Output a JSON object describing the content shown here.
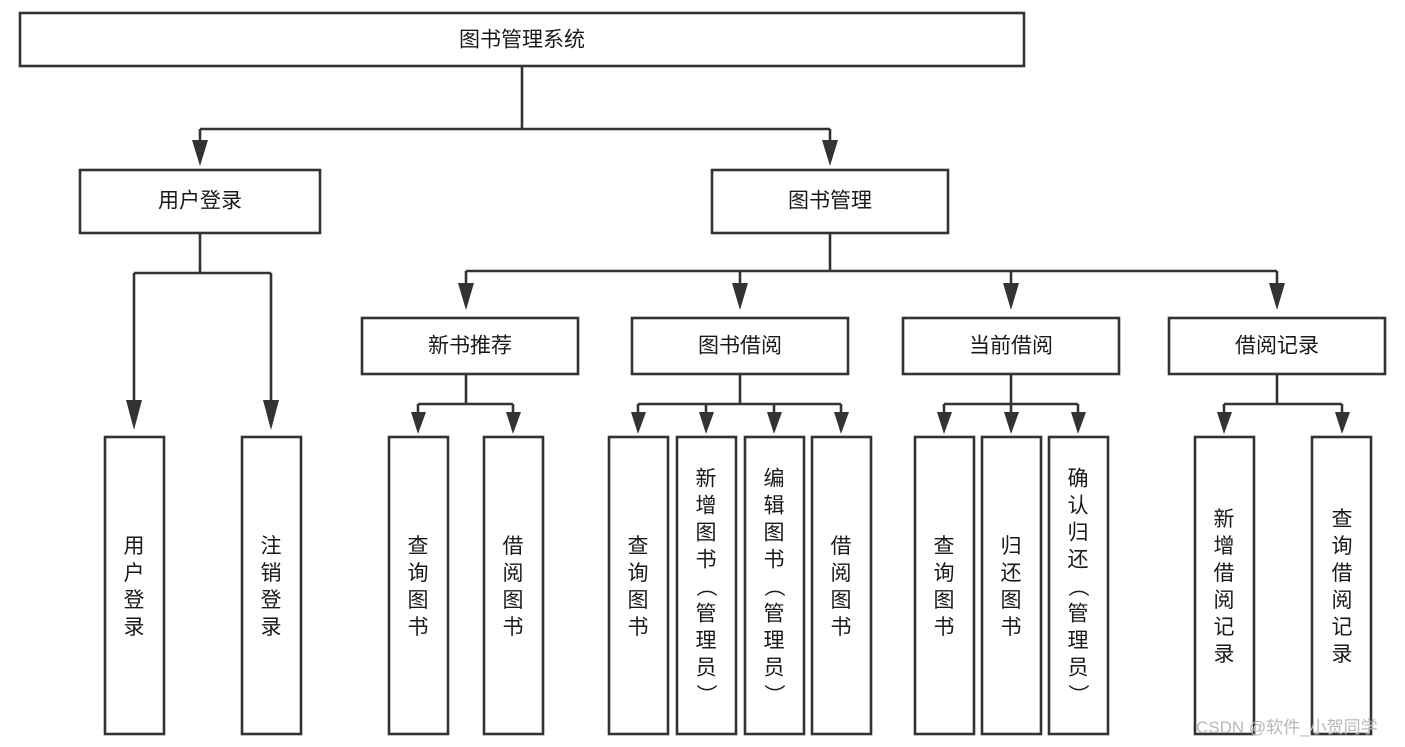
{
  "diagram": {
    "type": "hierarchy-tree",
    "title": "图书管理系统",
    "levels": 4,
    "nodes": {
      "root": {
        "label": "图书管理系统"
      },
      "level2": [
        {
          "id": "user-login",
          "label": "用户登录"
        },
        {
          "id": "book-management",
          "label": "图书管理"
        }
      ],
      "level3": [
        {
          "id": "new-book-recommend",
          "label": "新书推荐"
        },
        {
          "id": "book-borrow",
          "label": "图书借阅"
        },
        {
          "id": "current-borrow",
          "label": "当前借阅"
        },
        {
          "id": "borrow-record",
          "label": "借阅记录"
        }
      ],
      "leaves": {
        "user_login": [
          {
            "id": "leaf-user-login",
            "label": "用户登录"
          },
          {
            "id": "leaf-logout-login",
            "label": "注销登录"
          }
        ],
        "new_book_recommend": [
          {
            "id": "leaf-query-book-1",
            "label": "查询图书"
          },
          {
            "id": "leaf-borrow-book-1",
            "label": "借阅图书"
          }
        ],
        "book_borrow": [
          {
            "id": "leaf-query-book-2",
            "label": "查询图书"
          },
          {
            "id": "leaf-add-book",
            "label": "新增图书（管理员）"
          },
          {
            "id": "leaf-edit-book",
            "label": "编辑图书（管理员）"
          },
          {
            "id": "leaf-borrow-book-2",
            "label": "借阅图书"
          }
        ],
        "current_borrow": [
          {
            "id": "leaf-query-book-3",
            "label": "查询图书"
          },
          {
            "id": "leaf-return-book",
            "label": "归还图书"
          },
          {
            "id": "leaf-confirm-return",
            "label": "确认归还（管理员）"
          }
        ],
        "borrow_record": [
          {
            "id": "leaf-add-borrow-record",
            "label": "新增借阅记录"
          },
          {
            "id": "leaf-query-borrow-record",
            "label": "查询借阅记录"
          }
        ]
      }
    },
    "colors": {
      "box_stroke": "#333333",
      "box_fill": "#ffffff",
      "text": "#1a1a1a",
      "background": "#ffffff",
      "watermark": "#b8b8b8"
    }
  },
  "watermark": {
    "text": "CSDN @软件_小贺同学"
  }
}
